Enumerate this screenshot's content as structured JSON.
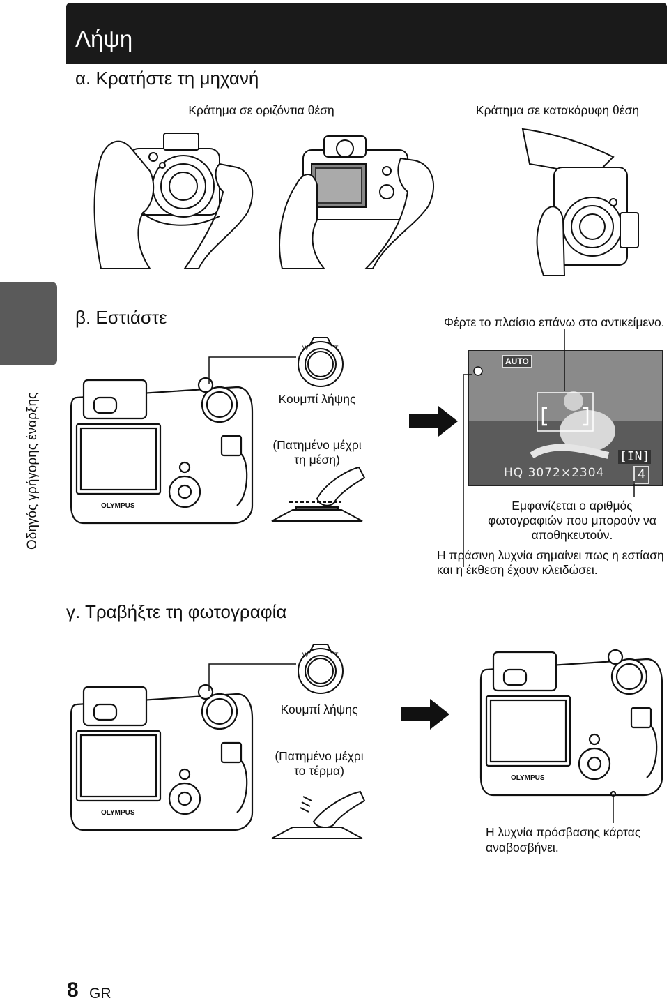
{
  "header": {
    "title": "Λήψη"
  },
  "side_tab": {
    "label": "Οδηγός γρήγορης έναρξης"
  },
  "section_a": {
    "title": "α.  Κρατήστε τη μηχανή",
    "caption_horizontal": "Κράτημα σε οριζόντια θέση",
    "caption_vertical": "Κράτημα σε κατακόρυφη θέση"
  },
  "section_b": {
    "title": "β.  Εστιάστε",
    "frame_caption": "Φέρτε το πλαίσιο επάνω στο αντικείμενο.",
    "shutter_label": "Κουμπί λήψης",
    "half_press_line1": "(Πατημένο μέχρι",
    "half_press_line2": "τη μέση)",
    "lcd": {
      "auto": "AUTO",
      "quality": "HQ  3072×2304",
      "memory": "[IN]",
      "count": "4"
    },
    "count_caption_line1": "Εμφανίζεται ο αριθμός",
    "count_caption_line2": "φωτογραφιών που μπορούν να",
    "count_caption_line3": "αποθηκευτούν.",
    "lamp_caption_line1": "Η πράσινη λυχνία σημαίνει πως η εστίαση",
    "lamp_caption_line2": "και η έκθεση έχουν κλειδώσει."
  },
  "section_c": {
    "title": "γ.  Τραβήξτε τη φωτογραφία",
    "shutter_label": "Κουμπί λήψης",
    "full_press_line1": "(Πατημένο μέχρι",
    "full_press_line2": "το τέρμα)",
    "card_caption_line1": "Η λυχνία πρόσβασης κάρτας",
    "card_caption_line2": "αναβοσβήνει."
  },
  "camera": {
    "brand": "OLYMPUS"
  },
  "footer": {
    "page_number": "8",
    "language": "GR"
  },
  "colors": {
    "header_bg": "#1a1a1a",
    "side_tab": "#5a5a5a",
    "lcd_bg": "#6b6b6b"
  }
}
